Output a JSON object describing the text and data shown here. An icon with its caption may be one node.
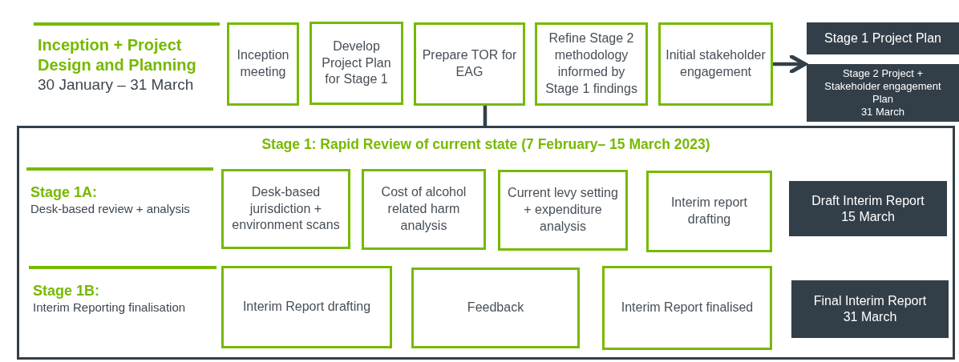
{
  "diagram": {
    "nodes": [
      {
        "text": [
          "Inception + Project Design and Planning",
          "30 January – 31 March"
        ]
      },
      {
        "text": [
          "Inception meeting"
        ]
      },
      {
        "text": [
          "Develop Project Plan for Stage 1"
        ]
      },
      {
        "text": [
          "Prepare TOR for EAG"
        ]
      },
      {
        "text": [
          "Refine Stage 2 methodology informed by Stage 1 findings"
        ]
      },
      {
        "text": [
          "Initial stakeholder engagement"
        ]
      },
      {
        "text": [
          "Stage 1 Project Plan"
        ]
      },
      {
        "text": [
          "Stage 2 Project + Stakeholder engagement Plan",
          "31 March"
        ]
      },
      {
        "text": [
          "Stage 1: Rapid Review of current state (7 February– 15 March 2023)"
        ]
      },
      {
        "text": [
          "Stage 1A:",
          "Desk-based review + analysis"
        ],
        "in": 8
      },
      {
        "text": [
          "Desk-based jurisdiction + environment scans"
        ],
        "in": 8
      },
      {
        "text": [
          "Cost of alcohol related harm analysis"
        ],
        "in": 8
      },
      {
        "text": [
          "Current levy setting + expenditure analysis"
        ],
        "in": 8
      },
      {
        "text": [
          "Interim report drafting"
        ],
        "in": 8
      },
      {
        "text": [
          "Draft Interim Report",
          "15 March"
        ],
        "in": 8
      },
      {
        "text": [
          "Stage 1B:",
          "Interim Reporting finalisation"
        ],
        "in": 8
      },
      {
        "text": [
          "Interim Report drafting"
        ],
        "in": 8
      },
      {
        "text": [
          "Feedback"
        ],
        "in": 8
      },
      {
        "text": [
          "Interim Report finalised"
        ],
        "in": 8
      },
      {
        "text": [
          "Final Interim Report",
          "31 March"
        ],
        "in": 8
      }
    ],
    "edges": [
      {
        "from": 5,
        "to": 7,
        "arrow": "to"
      },
      {
        "from": 3,
        "to": 8,
        "arrow": "none"
      }
    ]
  }
}
